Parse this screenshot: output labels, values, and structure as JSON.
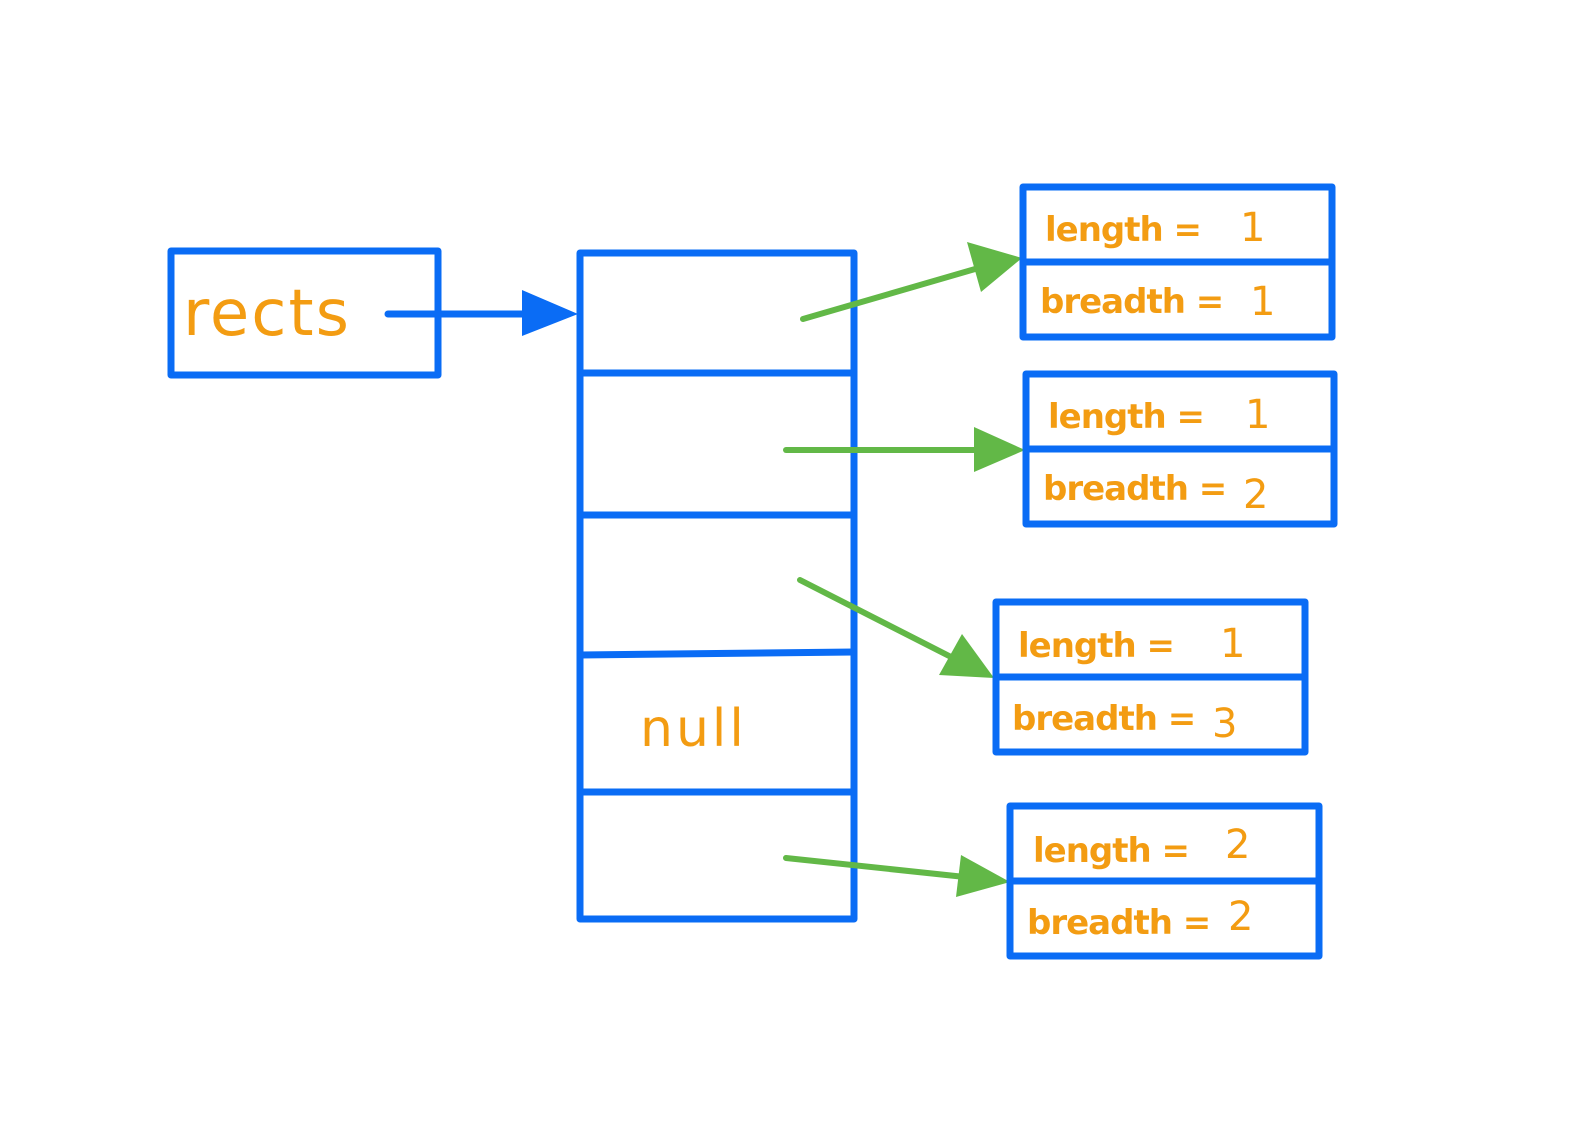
{
  "colors": {
    "box_stroke": "#0A6CF5",
    "pointer_arrow": "#62B847",
    "text": "#F39C12",
    "background": "#FFFFFF"
  },
  "reference": {
    "label": "rects"
  },
  "array": {
    "cells": [
      {
        "label": "",
        "points_to": 0
      },
      {
        "label": "",
        "points_to": 1
      },
      {
        "label": "",
        "points_to": 2
      },
      {
        "label": "null",
        "points_to": null
      },
      {
        "label": "",
        "points_to": 3
      }
    ]
  },
  "objects": [
    {
      "length_label": "length =",
      "length": "1",
      "breadth_label": "breadth =",
      "breadth": "1"
    },
    {
      "length_label": "length =",
      "length": "1",
      "breadth_label": "breadth =",
      "breadth": "2"
    },
    {
      "length_label": "length =",
      "length": "1",
      "breadth_label": "breadth =",
      "breadth": "3"
    },
    {
      "length_label": "length =",
      "length": "2",
      "breadth_label": "breadth =",
      "breadth": "2"
    }
  ]
}
